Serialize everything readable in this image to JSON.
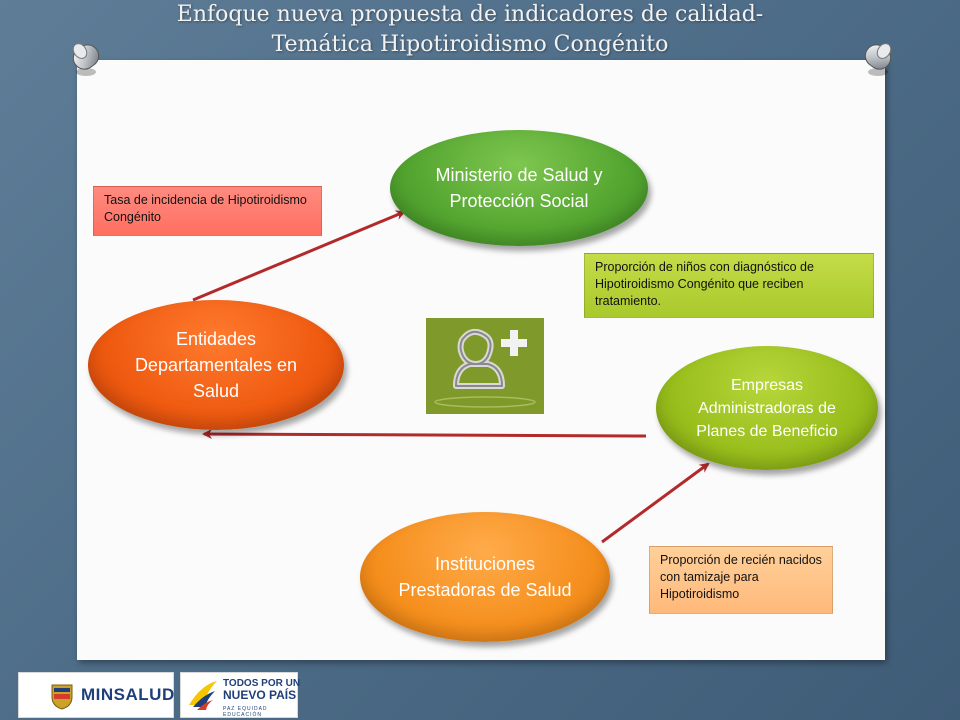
{
  "slide": {
    "title_line1": "Enfoque nueva propuesta de indicadores de calidad-",
    "title_line2": "Temática Hipotiroidismo Congénito"
  },
  "nodes": {
    "ministerio": "Ministerio de Salud y Protección Social",
    "entidades": "Entidades Departamentales en Salud",
    "empresas": "Empresas Administradoras de Planes de Beneficio",
    "instituciones": "Instituciones Prestadoras de Salud"
  },
  "indicators": {
    "tasa": "Tasa de incidencia de Hipotiroidismo Congénito",
    "proporcion_tratamiento": "Proporción de niños con diagnóstico de Hipotiroidismo Congénito que reciben tratamiento.",
    "proporcion_tamizaje": "Proporción de recién nacidos con tamizaje para Hipotiroidismo"
  },
  "logos": {
    "minsalud": "MINSALUD",
    "todos_line1": "TODOS POR UN",
    "todos_line2": "NUEVO PAÍS",
    "todos_sub": "PAZ EQUIDAD EDUCACIÓN"
  },
  "icons": {
    "center": "user-add-icon",
    "pin": "pushpin-icon",
    "coat_of_arms": "coat-of-arms-icon"
  },
  "colors": {
    "background": "#4e6d88",
    "arrow": "#b22a2a",
    "ministerio": "#53a530",
    "entidades": "#ee5a10",
    "empresas": "#98be1c",
    "instituciones": "#f58f1e",
    "box_tasa": "#ff6f61",
    "box_tratamiento": "#a9c92c",
    "box_tamizaje": "#ffb97a",
    "icon_bg": "#7f9a2a"
  }
}
